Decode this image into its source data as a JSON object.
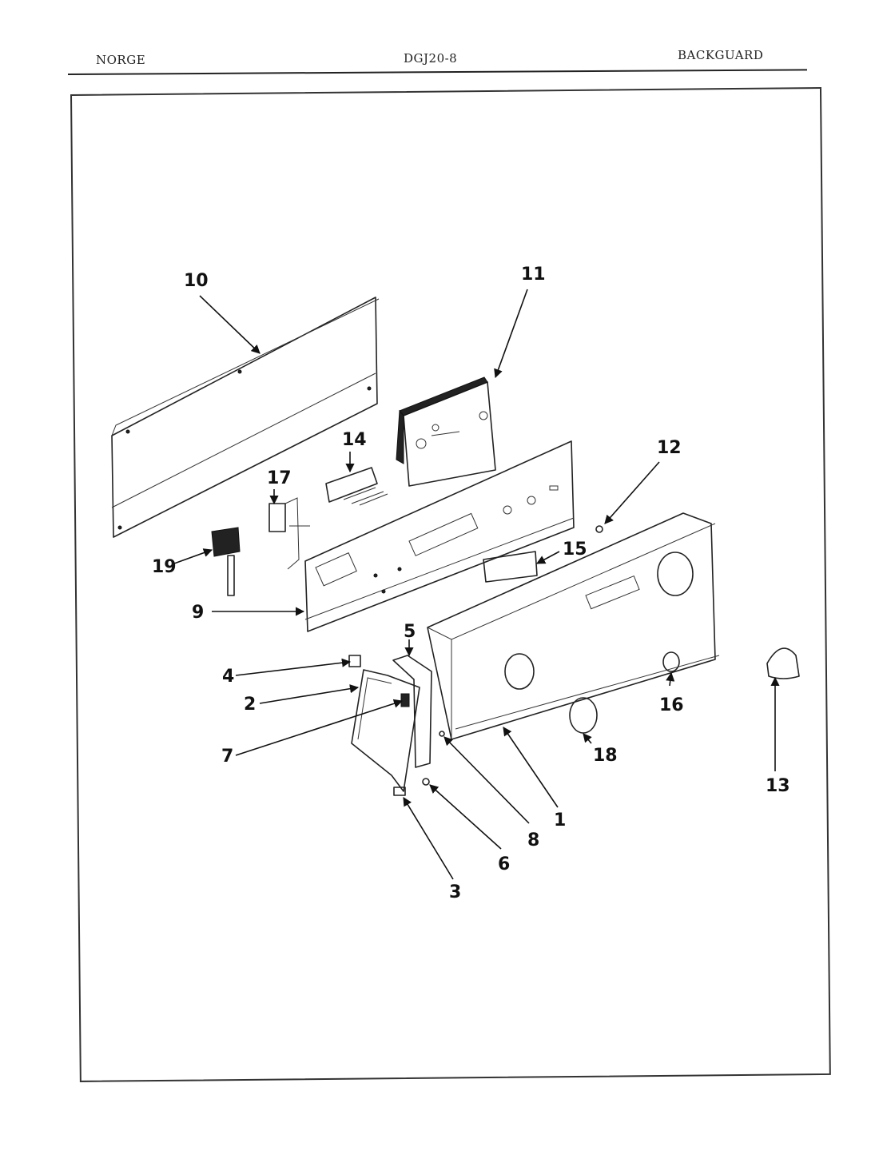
{
  "header": {
    "brand": "NORGE",
    "model": "DGJ20-8",
    "section": "BACKGUARD"
  },
  "diagram": {
    "callouts": [
      "1",
      "2",
      "3",
      "4",
      "5",
      "6",
      "7",
      "8",
      "9",
      "10",
      "11",
      "12",
      "13",
      "14",
      "15",
      "16",
      "17",
      "18",
      "19"
    ]
  }
}
